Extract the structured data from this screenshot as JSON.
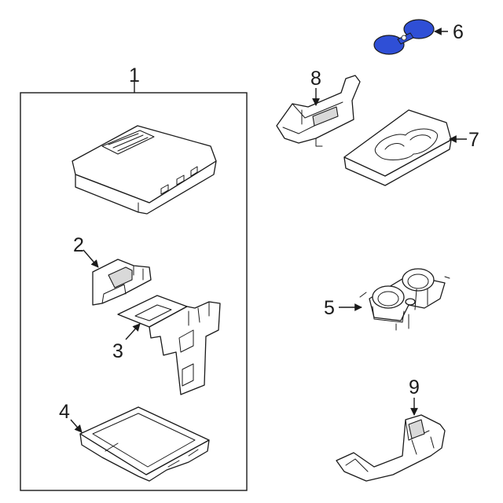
{
  "diagram": {
    "callouts": [
      {
        "id": "1",
        "label": "1"
      },
      {
        "id": "2",
        "label": "2"
      },
      {
        "id": "3",
        "label": "3"
      },
      {
        "id": "4",
        "label": "4"
      },
      {
        "id": "5",
        "label": "5"
      },
      {
        "id": "6",
        "label": "6"
      },
      {
        "id": "7",
        "label": "7"
      },
      {
        "id": "8",
        "label": "8"
      },
      {
        "id": "9",
        "label": "9"
      }
    ],
    "highlight_color": "#2f4fd6",
    "line_color": "#1a1a1a"
  }
}
